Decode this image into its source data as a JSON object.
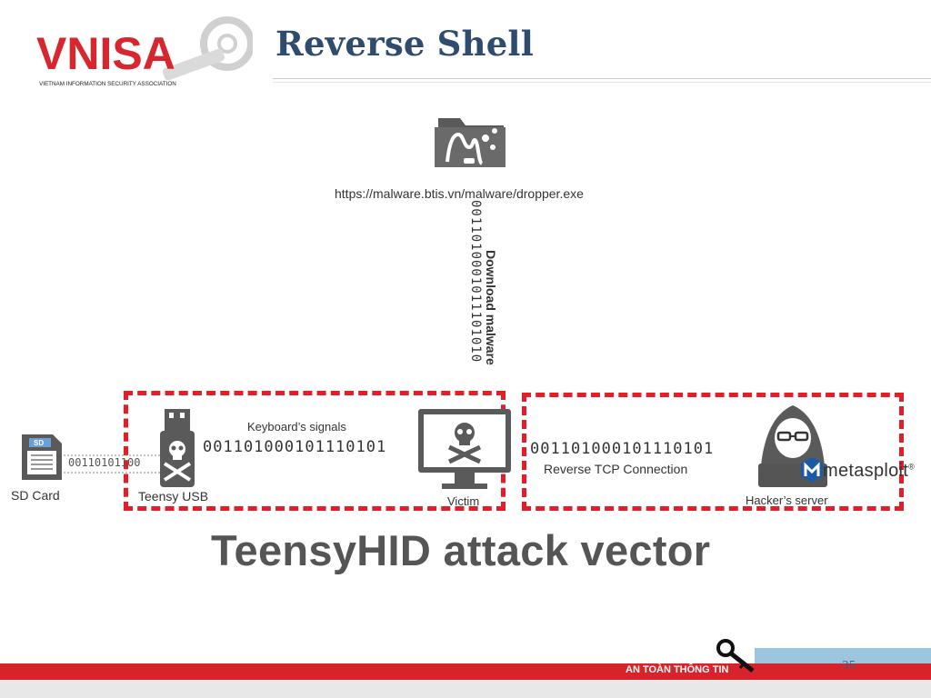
{
  "header": {
    "logo_text": "VNISA",
    "logo_subtitle": "VIETNAM INFORMATION SECURITY ASSOCIATION",
    "title": "Reverse Shell"
  },
  "diagram": {
    "url": "https://malware.btis.vn/malware/dropper.exe",
    "download_binary": "0011010001011101010",
    "download_label": "Download malware",
    "keyboard_label": "Keyboard’s signals",
    "keyboard_binary": "001101000101110101",
    "sd_binary": "00110101100",
    "sd_card_label": "SD Card",
    "sd_chip_label": "SD",
    "teensy_label": "Teensy USB",
    "victim_label": "Victim",
    "reverse_binary": "001101000101110101",
    "reverse_label": "Reverse TCP Connection",
    "hacker_label": "Hacker’s server",
    "metasploit_label": "metasploit",
    "metasploit_mark": "®",
    "vector_title": "TeensyHID attack vector"
  },
  "footer": {
    "brand": "AN TOÀN THÔNG TIN",
    "page_number": "35"
  },
  "colors": {
    "title": "#2f4b6e",
    "dash_red": "#e41e26",
    "footer_red": "#d9232a",
    "icon_gray": "#5a5a5a",
    "logo_blue": "#1d3f8f"
  }
}
